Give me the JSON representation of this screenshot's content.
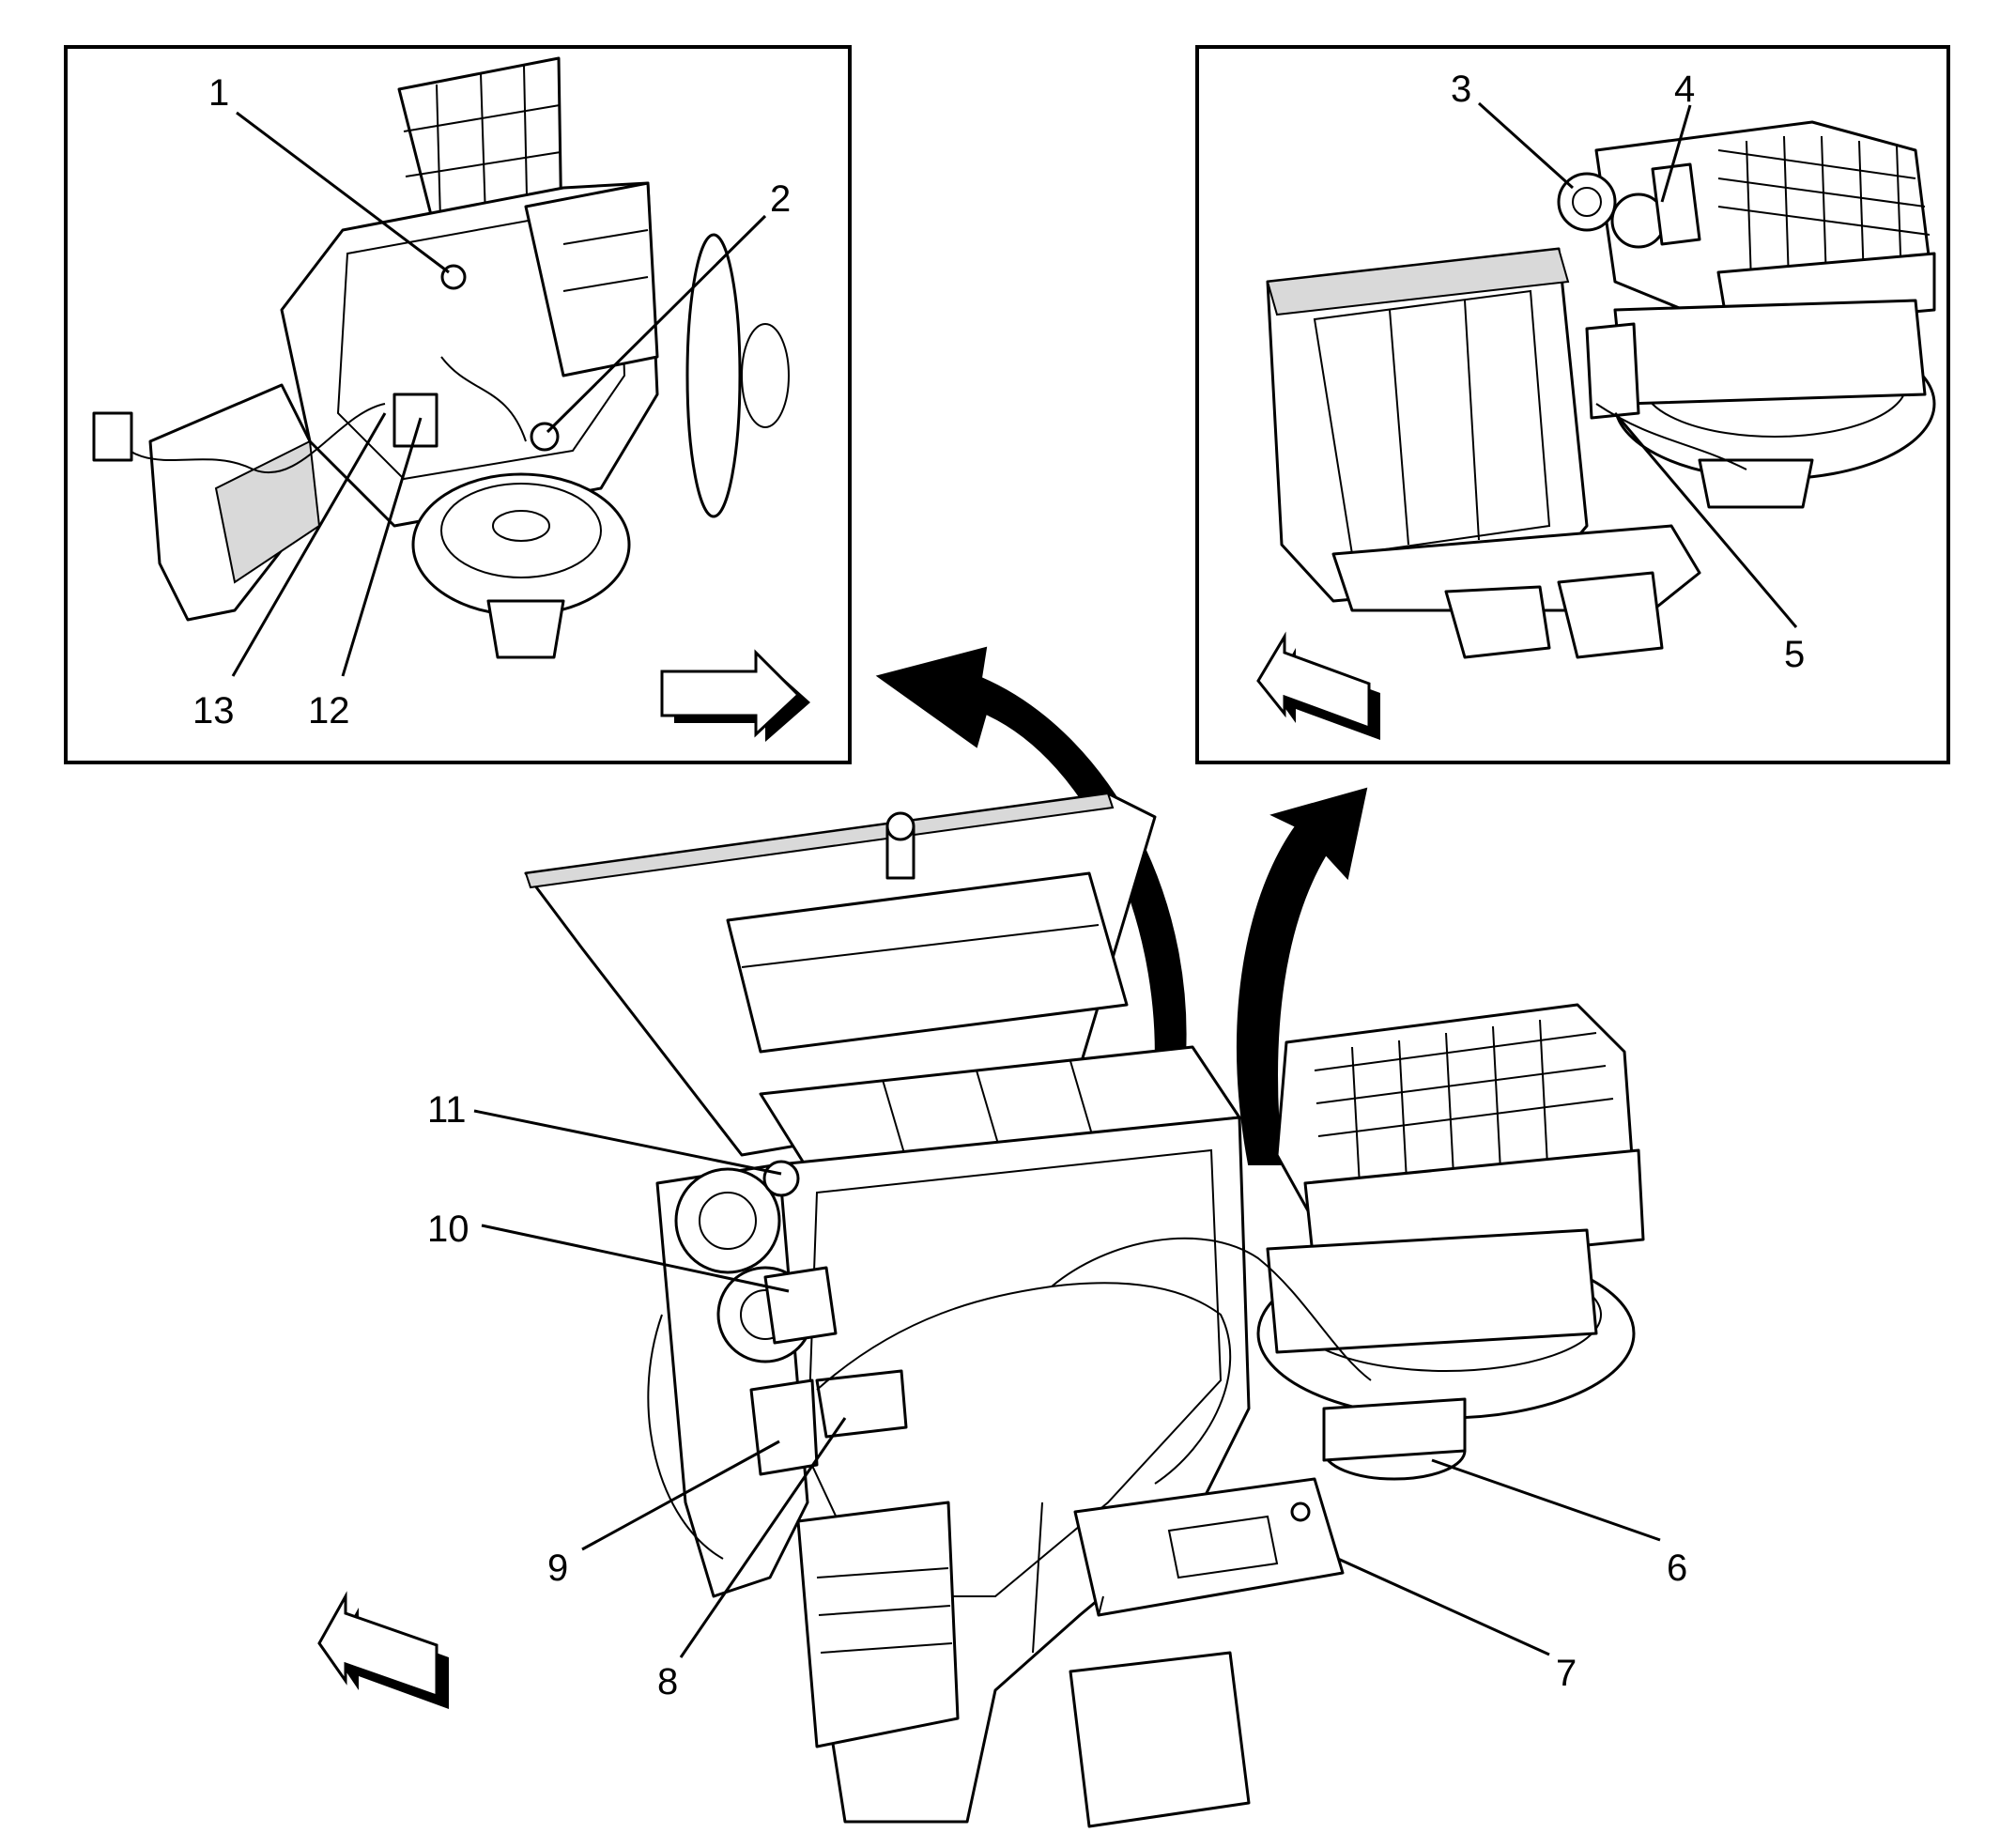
{
  "callouts": [
    {
      "id": "c1",
      "label": "1"
    },
    {
      "id": "c2",
      "label": "2"
    },
    {
      "id": "c3",
      "label": "3"
    },
    {
      "id": "c4",
      "label": "4"
    },
    {
      "id": "c5",
      "label": "5"
    },
    {
      "id": "c6",
      "label": "6"
    },
    {
      "id": "c7",
      "label": "7"
    },
    {
      "id": "c8",
      "label": "8"
    },
    {
      "id": "c9",
      "label": "9"
    },
    {
      "id": "c10",
      "label": "10"
    },
    {
      "id": "c11",
      "label": "11"
    },
    {
      "id": "c12",
      "label": "12"
    },
    {
      "id": "c13",
      "label": "13"
    }
  ],
  "colors": {
    "line": "#000000",
    "background": "#ffffff",
    "shade": "#d9d9d9"
  },
  "icons": {
    "left_inset_direction": "arrow-right-icon",
    "right_inset_direction": "arrow-left-icon",
    "main_direction": "arrow-left-icon",
    "zoom_left": "curved-arrow-icon",
    "zoom_right": "curved-arrow-icon"
  }
}
